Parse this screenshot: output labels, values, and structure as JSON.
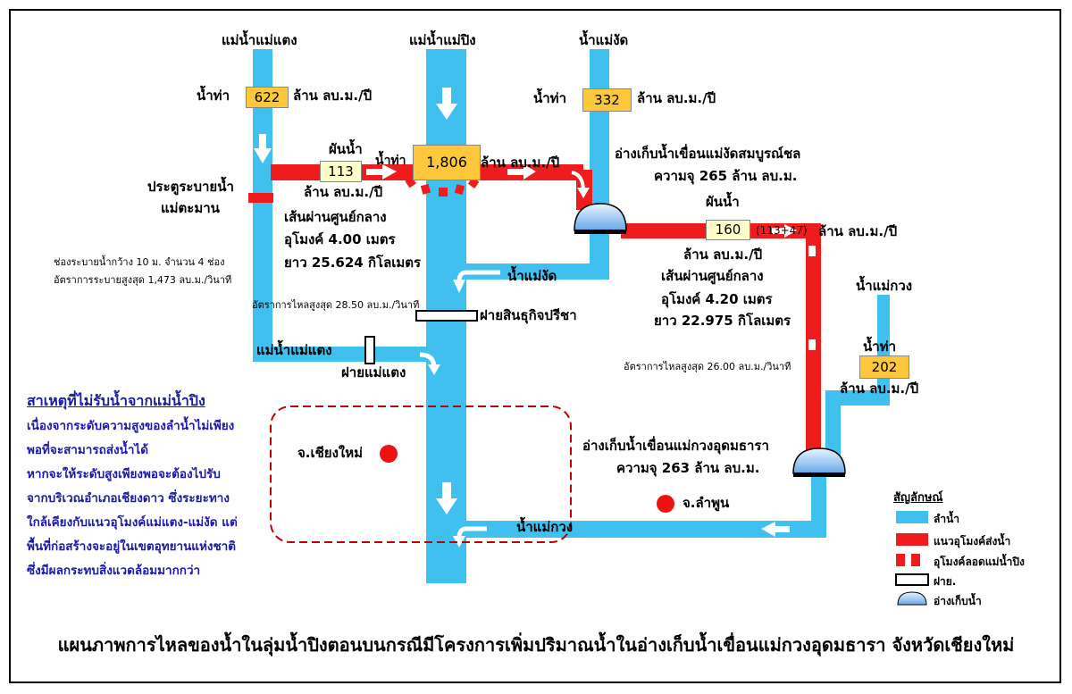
{
  "rivers": {
    "mae_taeng_top": "แม่น้ำแม่แตง",
    "mae_ping_top": "แม่น้ำแม่ปิง",
    "mae_ngat_top": "น้ำแม่งัด",
    "mae_kuang_top": "น้ำแม่กวง",
    "mae_ngat_mid": "น้ำแม่งัด",
    "mae_taeng_mid": "แม่น้ำแม่แตง",
    "mae_kuang_bottom": "น้ำแม่กวง"
  },
  "inflow_label": "น้ำท่า",
  "diversion_label": "ผันน้ำ",
  "unit_mcm_year": "ล้าน ลบ.ม./ปี",
  "values": {
    "mae_taeng_inflow": "622",
    "mae_ngat_inflow": "332",
    "diversion_1": "113",
    "ping_inflow": "1,806",
    "diversion_2": "160",
    "diversion_2_detail": "(113+47)",
    "mae_kuang_inflow": "202"
  },
  "tunnel1": {
    "line1": "เส้นผ่านศูนย์กลาง",
    "line2": "อุโมงค์ 4.00 เมตร",
    "line3": "ยาว 25.624 กิโลเมตร",
    "max_flow": "อัตราการไหลสูงสุด 28.50 ลบ.ม./วินาที"
  },
  "tunnel2": {
    "line1": "เส้นผ่านศูนย์กลาง",
    "line2": "อุโมงค์ 4.20 เมตร",
    "line3": "ยาว 22.975 กิโลเมตร",
    "max_flow": "อัตราการไหลสูงสุด 26.00 ลบ.ม./วินาที"
  },
  "sluice_gate": {
    "line1": "ประตูระบายน้ำ",
    "line2": "แม่ตะมาน"
  },
  "sluice_spec": {
    "line1": "ช่องระบายน้ำกว้าง 10 ม. จำนวน 4 ช่อง",
    "line2": "อัตราการระบายสูงสุด 1,473 ลบ.ม./วินาที"
  },
  "reservoir_ngat": {
    "name": "อ่างเก็บน้ำเขื่อนแม่งัดสมบูรณ์ชล",
    "capacity": "ความจุ  265  ล้าน  ลบ.ม."
  },
  "reservoir_kuang": {
    "name": "อ่างเก็บน้ำเขื่อนแม่กวงอุดมธารา",
    "capacity": "ความจุ  263  ล้าน  ลบ.ม."
  },
  "weir_sin": "ฝายสินธุกิจปรีชา",
  "weir_taeng": "ฝายแม่แตง",
  "city_chiangmai": "จ.เชียงใหม่",
  "city_lamphun": "จ.ลำพูน",
  "note": {
    "title": "สาเหตุที่ไม่รับน้ำจากแม่น้ำปิง",
    "lines": [
      "เนื่องจากระดับความสูงของลำน้ำไม่เพียง",
      "พอที่จะสามารถส่งน้ำได้",
      "หากจะให้ระดับสูงเพียงพอจะต้องไปรับ",
      "จากบริเวณอำเภอเชียงดาว  ซึ่งระยะทาง",
      "ใกล้เคียงกับแนวอุโมงค์แม่แตง-แม่งัด  แต่",
      "พื้นที่ก่อสร้างจะอยู่ในเขตอุทยานแห่งชาติ",
      "ซึ่งมีผลกระทบสิ่งแวดล้อมมากกว่า"
    ]
  },
  "legend": {
    "title": "สัญลักษณ์",
    "items": [
      "ลำน้ำ",
      "แนวอุโมงค์ส่งน้ำ",
      "อุโมงค์ลอดแม่น้ำปิง",
      "ฝาย.",
      "อ่างเก็บน้ำ"
    ]
  },
  "caption": "แผนภาพการไหลของน้ำในลุ่มน้ำปิงตอนบนกรณีมีโครงการเพิ่มปริมาณน้ำในอ่างเก็บน้ำเขื่อนแม่กวงอุดมธารา จังหวัดเชียงใหม่",
  "colors": {
    "river": "#40c0ee",
    "tunnel": "#ee1c1c",
    "box_orange": "#ffc83c",
    "box_yellow": "#ffffc8",
    "note_blue": "#1a1aa6"
  },
  "icons": [
    "down-arrow-icon",
    "right-arrow-icon",
    "left-arrow-icon",
    "reservoir-icon",
    "weir-icon",
    "city-dot-icon"
  ]
}
